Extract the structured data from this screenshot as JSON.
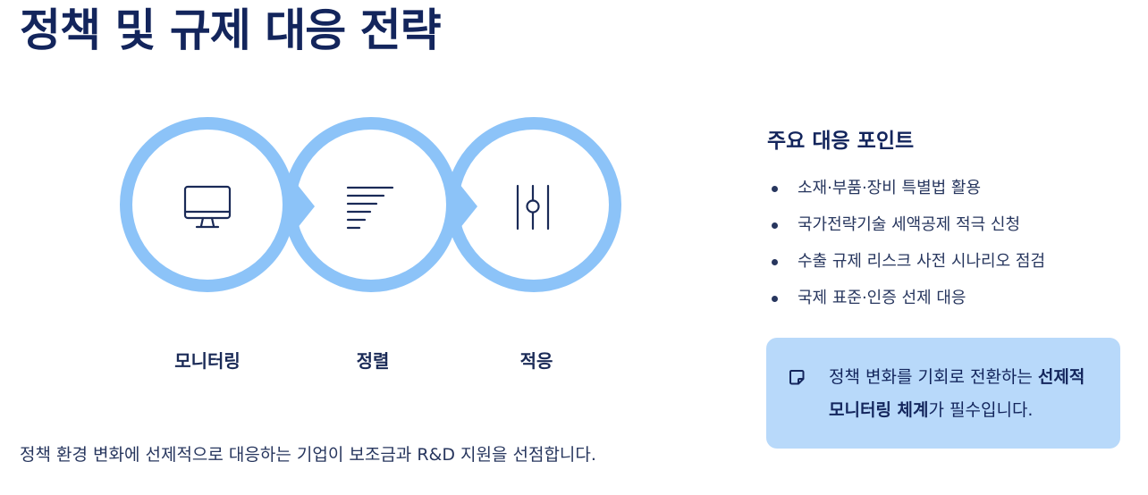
{
  "page": {
    "title": "정책 및 규제 대응 전략",
    "footer": "정책 환경 변화에 선제적으로 대응하는 기업이 보조금과 R&D 지원을 선점합니다."
  },
  "diagram": {
    "steps": [
      {
        "label": "모니터링",
        "icon": "monitor-icon"
      },
      {
        "label": "정렬",
        "icon": "align-lines-icon"
      },
      {
        "label": "적응",
        "icon": "sliders-icon"
      }
    ],
    "colors": {
      "ring": "#8cc3f8",
      "icon": "#1a2a57"
    }
  },
  "key_points": {
    "heading": "주요 대응 포인트",
    "items": [
      "소재·부품·장비 특별법 활용",
      "국가전략기술 세액공제 적극 신청",
      "수출 규제 리스크 사전 시나리오 점검",
      "국제 표준·인증 선제 대응"
    ]
  },
  "callout": {
    "icon": "note-icon",
    "text_before": "정책 변화를 기회로 전환하는 ",
    "text_bold": "선제적 모니터링 체계",
    "text_after": "가 필수입니다.",
    "background": "#b8d9fa"
  }
}
